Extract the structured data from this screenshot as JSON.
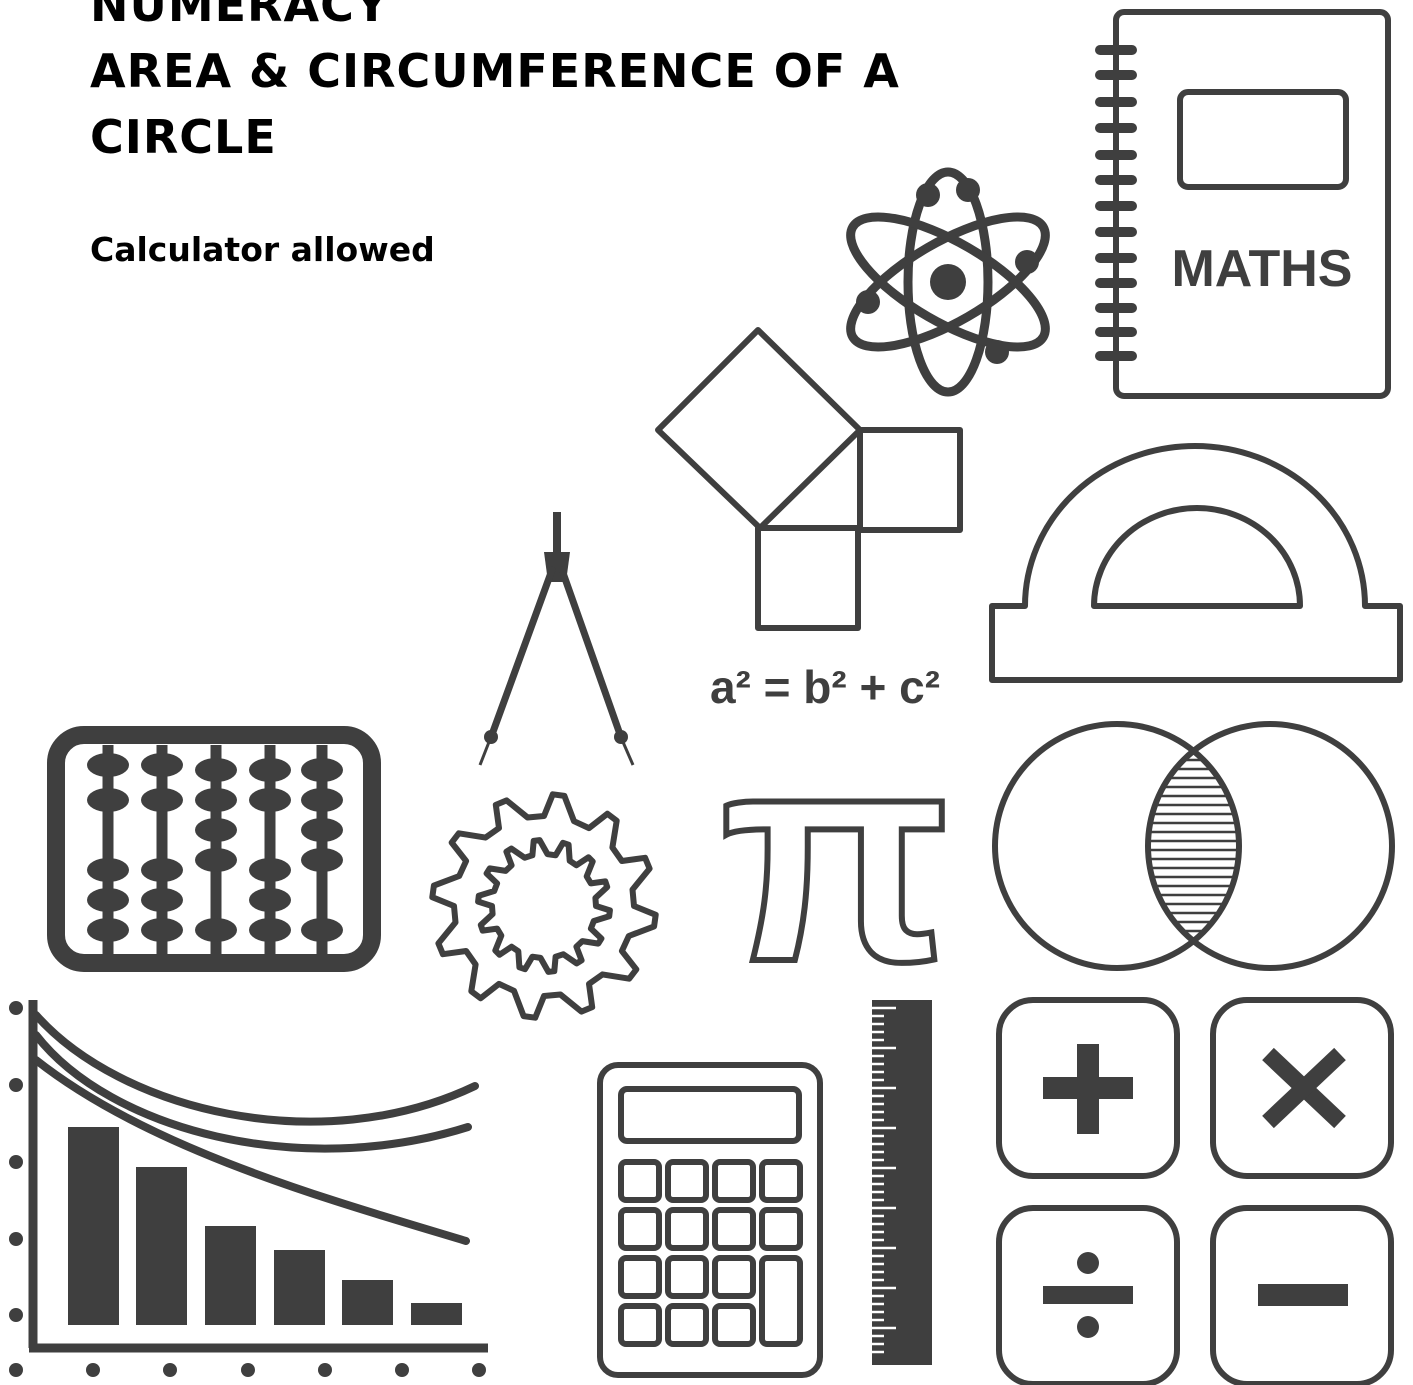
{
  "title_lines": [
    "NUMERACY",
    "AREA & CIRCUMFERENCE OF A",
    "CIRCLE"
  ],
  "subtitle": "Calculator allowed",
  "notebook_label": "MATHS",
  "formula": "a² = b² + c²",
  "pi_symbol": "π",
  "colors": {
    "ink": "#3f3f3f",
    "text": "#000000",
    "background": "#ffffff"
  },
  "icons": [
    "atom-icon",
    "maths-notebook-icon",
    "pythagoras-squares-icon",
    "protractor-icon",
    "compass-icon",
    "gear-icon",
    "pi-icon",
    "venn-diagram-icon",
    "abacus-icon",
    "bar-chart-icon",
    "calculator-icon",
    "ruler-icon",
    "plus-icon",
    "times-icon",
    "divide-icon",
    "minus-icon"
  ]
}
